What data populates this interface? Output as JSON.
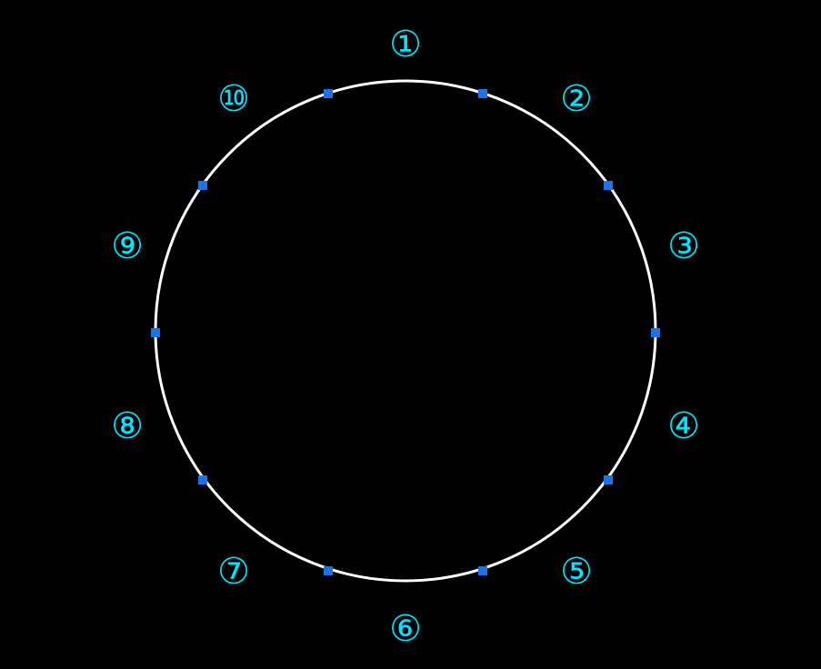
{
  "diagram": {
    "background_color": "#000000",
    "circle_color": "#ffffff",
    "handle_color": "#1a73e8",
    "label_color": "#00e5ff",
    "division_count": 10,
    "labels": [
      {
        "id": "1",
        "text": "①"
      },
      {
        "id": "2",
        "text": "②"
      },
      {
        "id": "3",
        "text": "③"
      },
      {
        "id": "4",
        "text": "④"
      },
      {
        "id": "5",
        "text": "⑤"
      },
      {
        "id": "6",
        "text": "⑥"
      },
      {
        "id": "7",
        "text": "⑦"
      },
      {
        "id": "8",
        "text": "⑧"
      },
      {
        "id": "9",
        "text": "⑨"
      },
      {
        "id": "10",
        "text": "⑩"
      }
    ]
  }
}
